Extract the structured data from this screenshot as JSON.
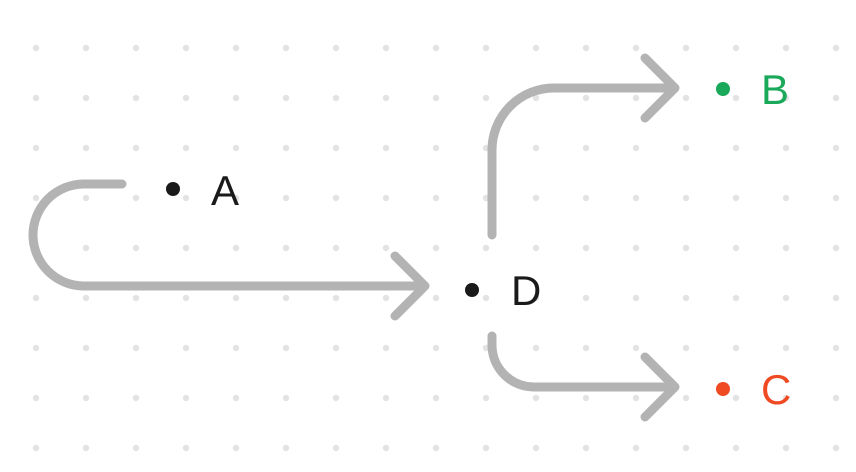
{
  "nodes": {
    "a": {
      "label": "A",
      "color": "#1a1a1a"
    },
    "b": {
      "label": "B",
      "color": "#1aa85a"
    },
    "c": {
      "label": "C",
      "color": "#f04a23"
    },
    "d": {
      "label": "D",
      "color": "#1a1a1a"
    }
  },
  "edges": [
    {
      "from": "A",
      "to": "D"
    },
    {
      "from": "D",
      "to": "B"
    },
    {
      "from": "D",
      "to": "C"
    }
  ],
  "style": {
    "edge_color": "#b3b3b3",
    "grid_dot_color": "#e3e3e3"
  }
}
